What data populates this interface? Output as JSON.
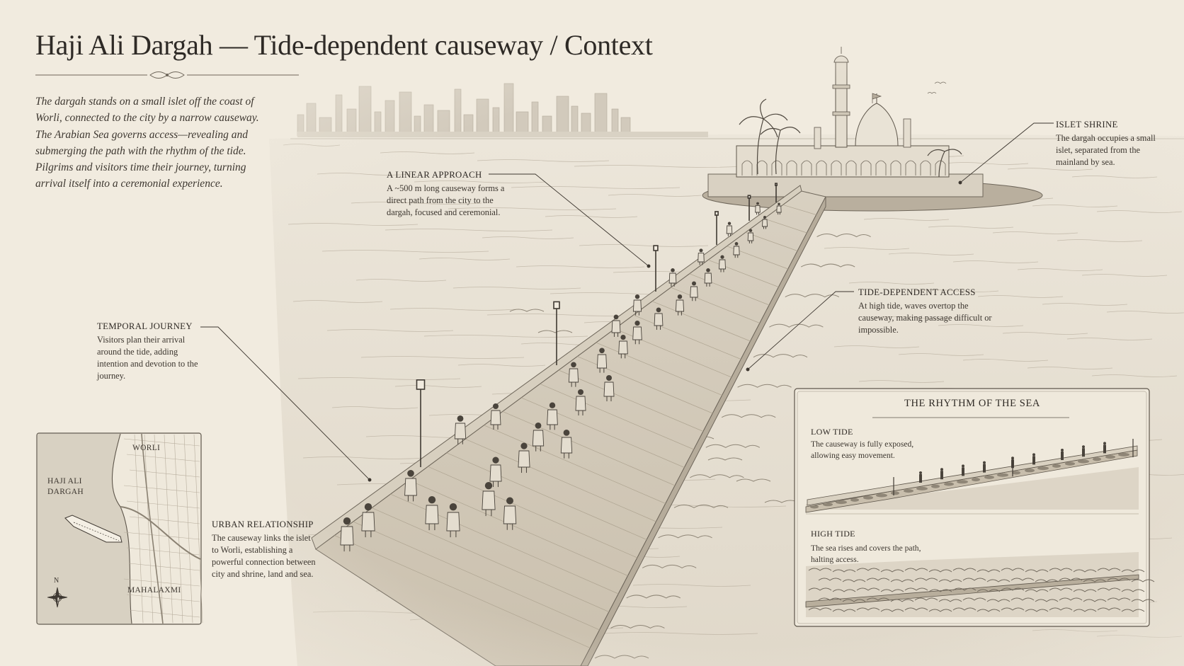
{
  "title": "Haji Ali Dargah — Tide-dependent causeway / Context",
  "intro": "The dargah stands on a small islet off the coast of Worli, connected to the city by a narrow causeway. The Arabian Sea governs access—revealing and submerging the path with the rhythm of the tide. Pilgrims and visitors time their journey, turning arrival itself into a ceremonial experience.",
  "callouts": {
    "linear_approach": {
      "head": "A LINEAR APPROACH",
      "text": "A ~500 m long causeway forms a direct path from the city to the dargah, focused and ceremonial."
    },
    "islet_shrine": {
      "head": "ISLET SHRINE",
      "text": "The dargah occupies a small islet, separated from the mainland by sea."
    },
    "tide_access": {
      "head": "TIDE-DEPENDENT ACCESS",
      "text": "At high tide, waves overtop the causeway, making passage difficult or impossible."
    },
    "temporal_journey": {
      "head": "TEMPORAL JOURNEY",
      "text": "Visitors plan their arrival around the tide, adding intention and devotion to the journey."
    },
    "urban_relationship": {
      "head": "URBAN RELATIONSHIP",
      "text": "The causeway links the islet to Worli, establishing a powerful connection between city and shrine, land and sea."
    }
  },
  "map": {
    "labels": {
      "worli": "WORLI",
      "haji_ali": "HAJI ALI DARGAH",
      "mahalaxmi": "MAHALAXMI",
      "north": "N"
    }
  },
  "tide_panel": {
    "title": "THE RHYTHM OF THE SEA",
    "low": {
      "head": "LOW TIDE",
      "text": "The causeway is fully exposed, allowing easy movement."
    },
    "high": {
      "head": "HIGH TIDE",
      "text": "The sea rises and covers the path, halting access."
    }
  },
  "colors": {
    "paper": "#f1ebdf",
    "ink": "#3a342d",
    "sea": "#e4ddd0",
    "stone": "#cfc6b6"
  }
}
